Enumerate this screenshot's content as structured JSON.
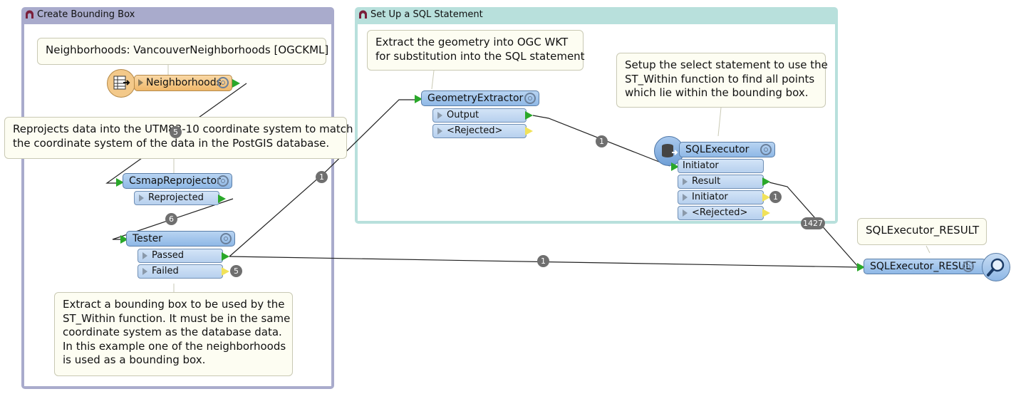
{
  "bookmarks": {
    "create_bbox": {
      "title": "Create Bounding Box",
      "color": "#a9abcc"
    },
    "sql_statement": {
      "title": "Set Up a SQL Statement",
      "color": "#b8e0dc"
    }
  },
  "annotations": {
    "neighborhoods_source": "Neighborhoods: VancouverNeighborhoods [OGCKML]",
    "reproject": "Reprojects data into the UTM83-10 coordinate system to match\nthe coordinate system of the data in the PostGIS database.",
    "bbox_explain": "Extract a bounding box to be used by the\nST_Within function. It must be in the same\ncoordinate system as the database data.\nIn this example one of the neighborhoods\nis used as a bounding box.",
    "geometry_extract": "Extract the geometry into OGC WKT\nfor substitution into the SQL statement",
    "sql_setup": "Setup the select statement to use the\nST_Within function to find all points\nwhich lie within the bounding box.",
    "result_label": "SQLExecutor_RESULT"
  },
  "transformers": {
    "reader": {
      "name": "Neighborhoods"
    },
    "reprojector": {
      "name": "CsmapReprojector",
      "ports": [
        "Reprojected"
      ]
    },
    "tester": {
      "name": "Tester",
      "ports": [
        "Passed",
        "Failed"
      ]
    },
    "geom_extractor": {
      "name": "GeometryExtractor",
      "ports": [
        "Output",
        "<Rejected>"
      ]
    },
    "sql_executor": {
      "name": "SQLExecutor",
      "input_port": "Initiator",
      "ports": [
        "Result",
        "Initiator",
        "<Rejected>"
      ]
    },
    "inspector": {
      "name": "SQLExecutor_RESULT"
    }
  },
  "feature_counts": {
    "reader_to_reprojector": "5",
    "reprojector_to_tester": "6",
    "tester_to_extractor": "1",
    "tester_failed": "5",
    "extractor_to_executor": "1",
    "executor_initiator": "1",
    "result_to_inspector": "1427",
    "tester_to_inspector": "1"
  },
  "colors": {
    "transformer": "#8fb8e6",
    "reader": "#f0b86a",
    "output_port": "#2aa82a",
    "unconnected_port": "#f1e25a",
    "annotation": "#fdfdf2"
  },
  "icons": {
    "bookmark": "bookmark-icon",
    "reader": "table-reader-icon",
    "database": "database-icon",
    "inspector": "magnifier-icon",
    "settings": "gear-icon"
  }
}
